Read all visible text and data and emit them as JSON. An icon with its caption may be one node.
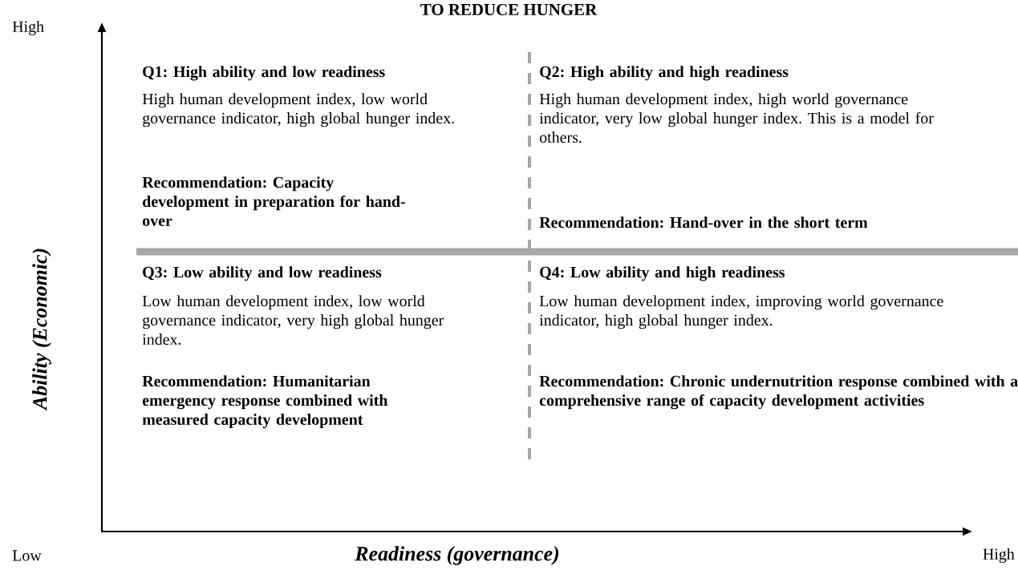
{
  "diagram": {
    "title": "TO REDUCE HUNGER",
    "labels": [
      "High",
      "Q1: High ability and low readiness",
      "High human development index, low world governance indicator, high global hunger index.",
      "Recommendation: Capacity development in preparation for hand-over",
      "Q2: High ability and high readiness",
      "High human development index, high world governance indicator, very low global hunger index. This is a model for others.",
      "Recommendation: Hand-over in the short term",
      "Ability (Economic)",
      "Q3: Low ability and low readiness",
      "Low human development index, low world governance indicator, very high global hunger index.",
      "Recommendation: Humanitarian emergency response combined with measured capacity development",
      "Q4: Low ability and high readiness",
      "Low human development index, improving world governance indicator, high global hunger index.",
      "Recommendation: Chronic undernutrition response combined with  a comprehensive range of capacity development activities",
      "Low",
      "Readiness (governance)",
      "High"
    ]
  }
}
